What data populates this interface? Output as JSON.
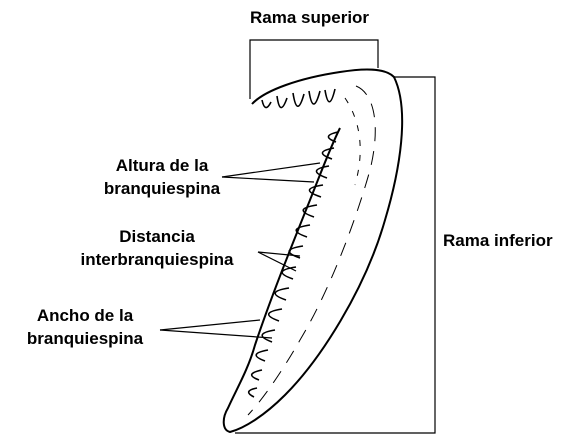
{
  "labels": {
    "rama_superior": "Rama superior",
    "rama_inferior": "Rama inferior",
    "altura_line1": "Altura de la",
    "altura_line2": "branquiespina",
    "distancia_line1": "Distancia",
    "distancia_line2": "interbranquiespina",
    "ancho_line1": "Ancho de la",
    "ancho_line2": "branquiespina"
  },
  "colors": {
    "ink": "#000000",
    "background": "#ffffff"
  }
}
